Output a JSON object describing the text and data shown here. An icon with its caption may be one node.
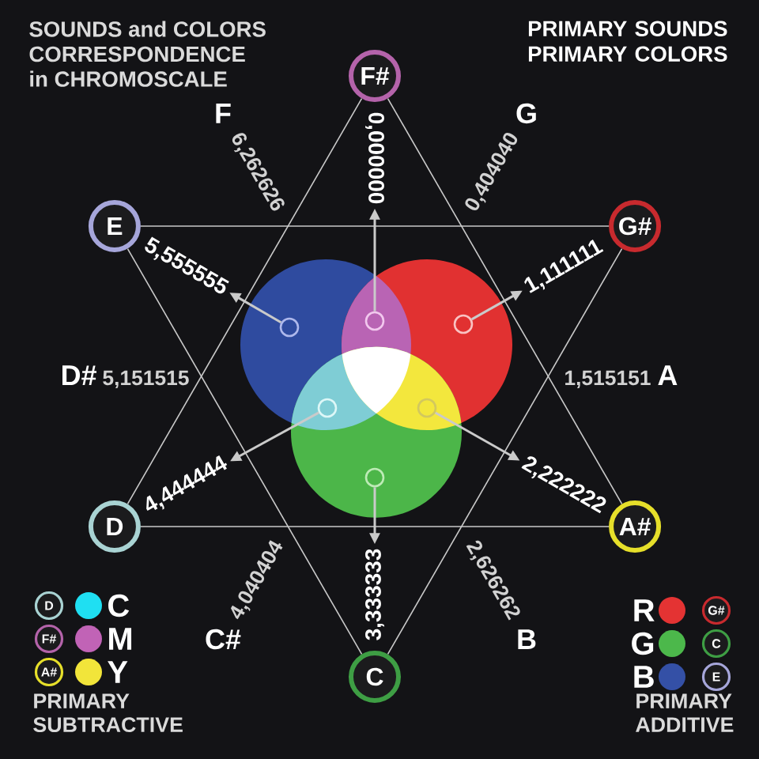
{
  "diagram": {
    "title": "SOUNDS and COLORS CORRESPONDENCE in CHROMOSCALE",
    "nodes": [
      {
        "text": [
          "F#"
        ]
      },
      {
        "text": [
          "E"
        ]
      },
      {
        "text": [
          "G#"
        ]
      },
      {
        "text": [
          "D"
        ]
      },
      {
        "text": [
          "A#"
        ]
      },
      {
        "text": [
          "C"
        ]
      },
      {
        "text": [
          "0,000000"
        ]
      },
      {
        "text": [
          "5,555555"
        ]
      },
      {
        "text": [
          "1,111111"
        ]
      },
      {
        "text": [
          "4,444444"
        ]
      },
      {
        "text": [
          "2,222222"
        ]
      },
      {
        "text": [
          "3,333333"
        ]
      },
      {
        "text": [],
        "shape": "circle"
      },
      {
        "text": [],
        "shape": "circle"
      },
      {
        "text": [],
        "shape": "circle"
      },
      {
        "text": [],
        "shape": "circle"
      },
      {
        "text": [],
        "shape": "circle"
      },
      {
        "text": [],
        "shape": "circle"
      },
      {
        "text": [
          "D"
        ]
      },
      {
        "text": [
          "F#"
        ]
      },
      {
        "text": [
          "A#"
        ]
      },
      {
        "text": [
          "G#"
        ]
      },
      {
        "text": [
          "C"
        ]
      },
      {
        "text": [
          "E"
        ]
      }
    ],
    "edges": [
      {
        "from": 0,
        "to": 4,
        "arrow": "none"
      },
      {
        "from": 4,
        "to": 3,
        "arrow": "none"
      },
      {
        "from": 3,
        "to": 0,
        "arrow": "none"
      },
      {
        "from": 1,
        "to": 2,
        "arrow": "none"
      },
      {
        "from": 2,
        "to": 5,
        "arrow": "none"
      },
      {
        "from": 5,
        "to": 1,
        "arrow": "none"
      },
      {
        "from": 12,
        "to": 7,
        "arrow": "to"
      },
      {
        "from": 13,
        "to": 9,
        "arrow": "to"
      },
      {
        "from": 14,
        "to": 6,
        "arrow": "to"
      },
      {
        "from": 15,
        "to": 11,
        "arrow": "to"
      },
      {
        "from": 16,
        "to": 10,
        "arrow": "to"
      },
      {
        "from": 17,
        "to": 8,
        "arrow": "to"
      }
    ],
    "labels": [
      "PRIMARY SOUNDS PRIMARY COLORS",
      "F",
      "6,262626",
      "G",
      "0,404040",
      "D#",
      "5,151515",
      "1,515151",
      "A",
      "C#",
      "4,040404",
      "B",
      "2,626262",
      "PRIMARY SUBTRACTIVE",
      "PRIMARY ADDITIVE"
    ],
    "legend": [
      {
        "text": "C",
        "color": "#1fdff2"
      },
      {
        "text": "M",
        "color": "#c163b6"
      },
      {
        "text": "Y",
        "color": "#f2e53a"
      },
      {
        "text": "R",
        "color": "#e43333"
      },
      {
        "text": "G",
        "color": "#4cb84b"
      },
      {
        "text": "B",
        "color": "#3450a6"
      }
    ]
  }
}
